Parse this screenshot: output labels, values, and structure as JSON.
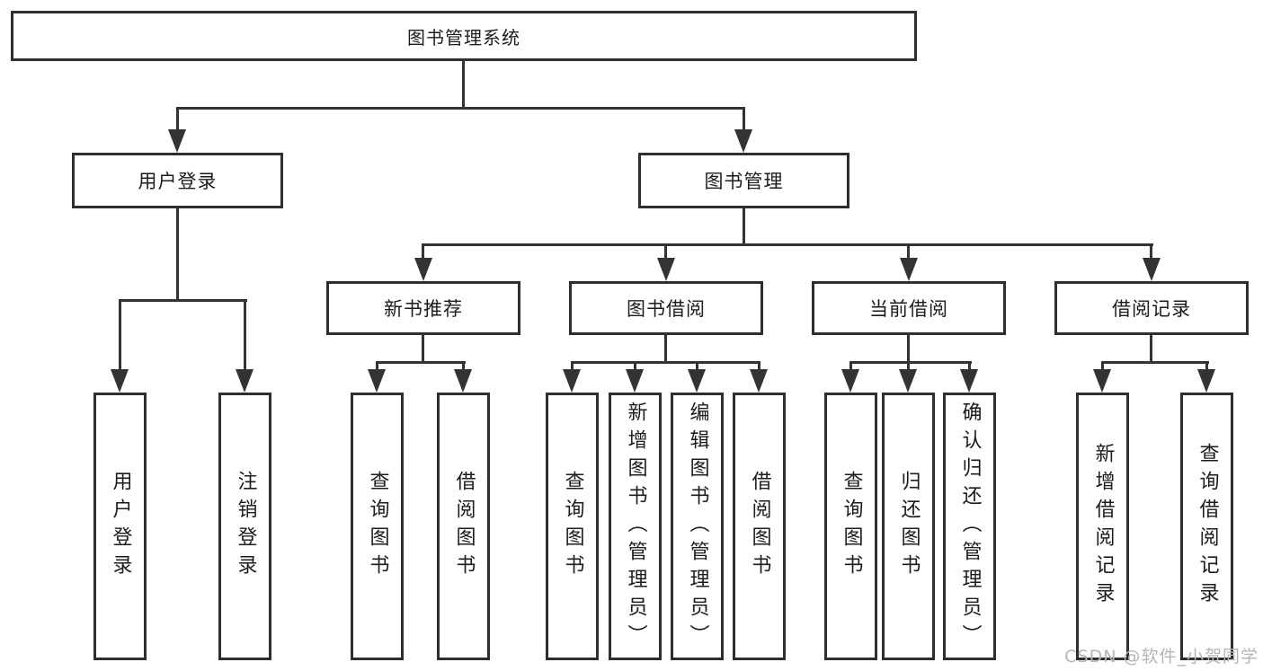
{
  "diagram": {
    "title": "图书管理系统",
    "tree": {
      "root": {
        "label": "图书管理系统",
        "children": [
          {
            "label": "用户登录",
            "children": [
              {
                "label": "用户登录"
              },
              {
                "label": "注销登录"
              }
            ]
          },
          {
            "label": "图书管理",
            "children": [
              {
                "label": "新书推荐",
                "children": [
                  {
                    "label": "查询图书"
                  },
                  {
                    "label": "借阅图书"
                  }
                ]
              },
              {
                "label": "图书借阅",
                "children": [
                  {
                    "label": "查询图书"
                  },
                  {
                    "label": "新增图书（管理员）"
                  },
                  {
                    "label": "编辑图书（管理员）"
                  },
                  {
                    "label": "借阅图书"
                  }
                ]
              },
              {
                "label": "当前借阅",
                "children": [
                  {
                    "label": "查询图书"
                  },
                  {
                    "label": "归还图书"
                  },
                  {
                    "label": "确认归还（管理员）"
                  }
                ]
              },
              {
                "label": "借阅记录",
                "children": [
                  {
                    "label": "新增借阅记录"
                  },
                  {
                    "label": "查询借阅记录"
                  }
                ]
              }
            ]
          }
        ]
      }
    },
    "colors": {
      "border": "#2e2e2e",
      "line": "#333333",
      "text": "#1c1c1c",
      "background": "#ffffff",
      "watermark": "#b5b5b5"
    }
  },
  "watermark": {
    "text": "CSDN @软件_小贺同学"
  }
}
